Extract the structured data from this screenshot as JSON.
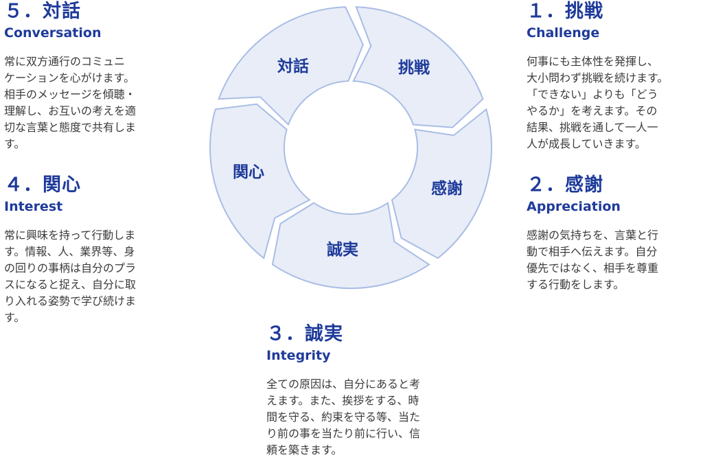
{
  "colors": {
    "accent": "#1e3a9a",
    "segment_fill": "#e8edf7",
    "segment_stroke": "#a9bde5",
    "body_text": "#3a3a3a"
  },
  "cycle": {
    "labels": {
      "challenge": "挑戦",
      "appreciation": "感謝",
      "integrity": "誠実",
      "interest": "関心",
      "conversation": "対話"
    }
  },
  "values": {
    "challenge": {
      "heading": "１．挑戦",
      "subheading": "Challenge",
      "body": "何事にも主体性を発揮し、\n大小問わず挑戦を続けます。\n「できない」よりも「どう\nやるか」を考えます。その\n結果、挑戦を通して一人一\n人が成長していきます。"
    },
    "appreciation": {
      "heading": "２．感謝",
      "subheading": "Appreciation",
      "body": "感謝の気持ちを、言葉と行\n動で相手へ伝えます。自分\n優先ではなく、相手を尊重\nする行動をします。"
    },
    "integrity": {
      "heading": "３．誠実",
      "subheading": "Integrity",
      "body": "全ての原因は、自分にあると考\nえます。また、挨拶をする、時\n間を守る、約束を守る等、当た\nり前の事を当たり前に行い、信\n頼を築きます。"
    },
    "interest": {
      "heading": "４．関心",
      "subheading": "Interest",
      "body": "常に興味を持って行動しま\nす。情報、人、業界等、身\nの回りの事柄は自分のプラ\nスになると捉え、自分に取\nり入れる姿勢で学び続けま\nす。"
    },
    "conversation": {
      "heading": "５．対話",
      "subheading": "Conversation",
      "body": "常に双方通行のコミュニ\nケーションを心がけます。\n相手のメッセージを傾聴・\n理解し、お互いの考えを適\n切な言葉と態度で共有しま\nす。"
    }
  }
}
